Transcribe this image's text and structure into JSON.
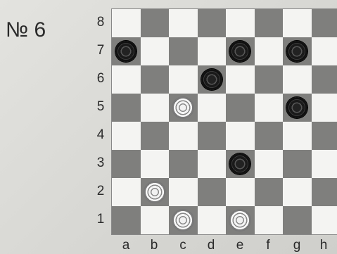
{
  "puzzle": {
    "number_label": "№ 6"
  },
  "board": {
    "files": [
      "a",
      "b",
      "c",
      "d",
      "e",
      "f",
      "g",
      "h"
    ],
    "ranks": [
      "8",
      "7",
      "6",
      "5",
      "4",
      "3",
      "2",
      "1"
    ],
    "colors": {
      "light": "#f4f4f2",
      "dark": "#7f7f7d"
    },
    "pieces": [
      {
        "square": "a7",
        "color": "black"
      },
      {
        "square": "e7",
        "color": "black"
      },
      {
        "square": "g7",
        "color": "black"
      },
      {
        "square": "d6",
        "color": "black"
      },
      {
        "square": "g5",
        "color": "black"
      },
      {
        "square": "e3",
        "color": "black"
      },
      {
        "square": "c5",
        "color": "white"
      },
      {
        "square": "b2",
        "color": "white"
      },
      {
        "square": "c1",
        "color": "white"
      },
      {
        "square": "e1",
        "color": "white"
      }
    ]
  }
}
